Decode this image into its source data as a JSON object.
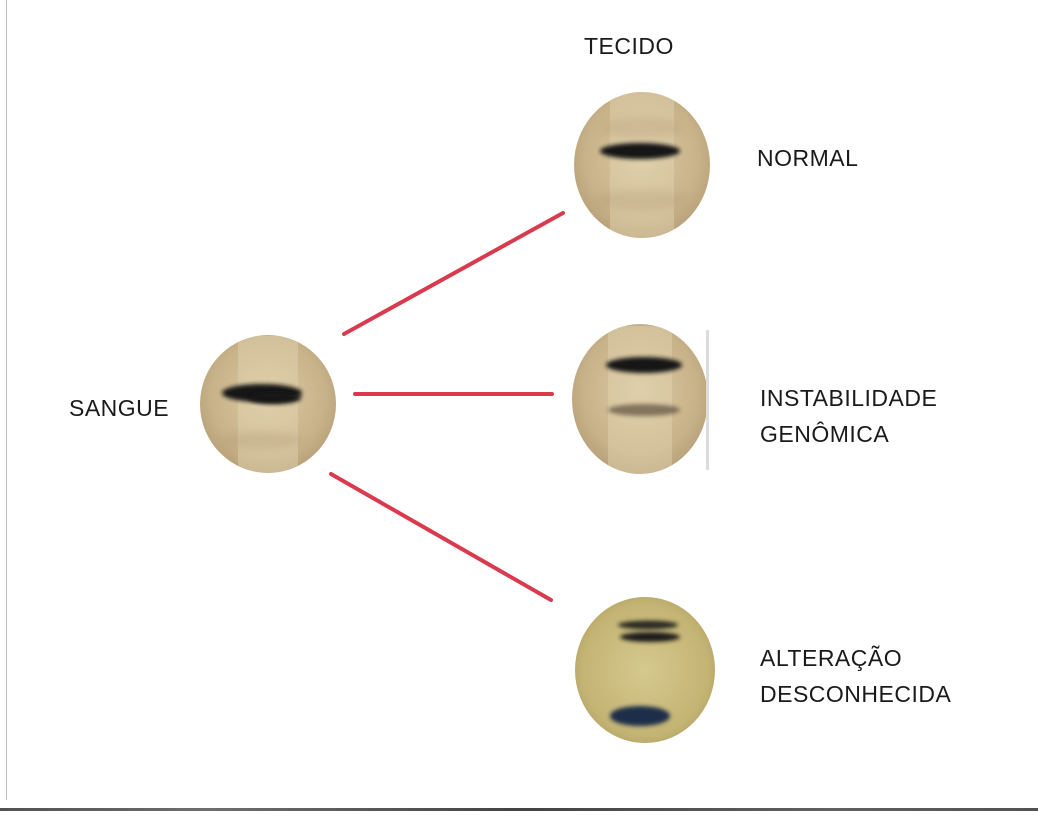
{
  "header": {
    "tissue_label": "TECIDO"
  },
  "source": {
    "label": "SANGUE"
  },
  "outcomes": {
    "normal": {
      "label": "NORMAL"
    },
    "instability": {
      "line1": "INSTABILIDADE",
      "line2": "GENÔMICA"
    },
    "unknown": {
      "line1": "ALTERAÇÃO",
      "line2": "DESCONHECIDA"
    }
  },
  "colors": {
    "connector": "#d93a4e",
    "gel_background": "#c8b48c",
    "gel_yellowish": "#c9b878",
    "band": "#141414",
    "band_blue": "#1b2f4a"
  },
  "gel_bands": {
    "sangue": 1,
    "normal": 1,
    "instability": 2,
    "unknown": 3
  }
}
